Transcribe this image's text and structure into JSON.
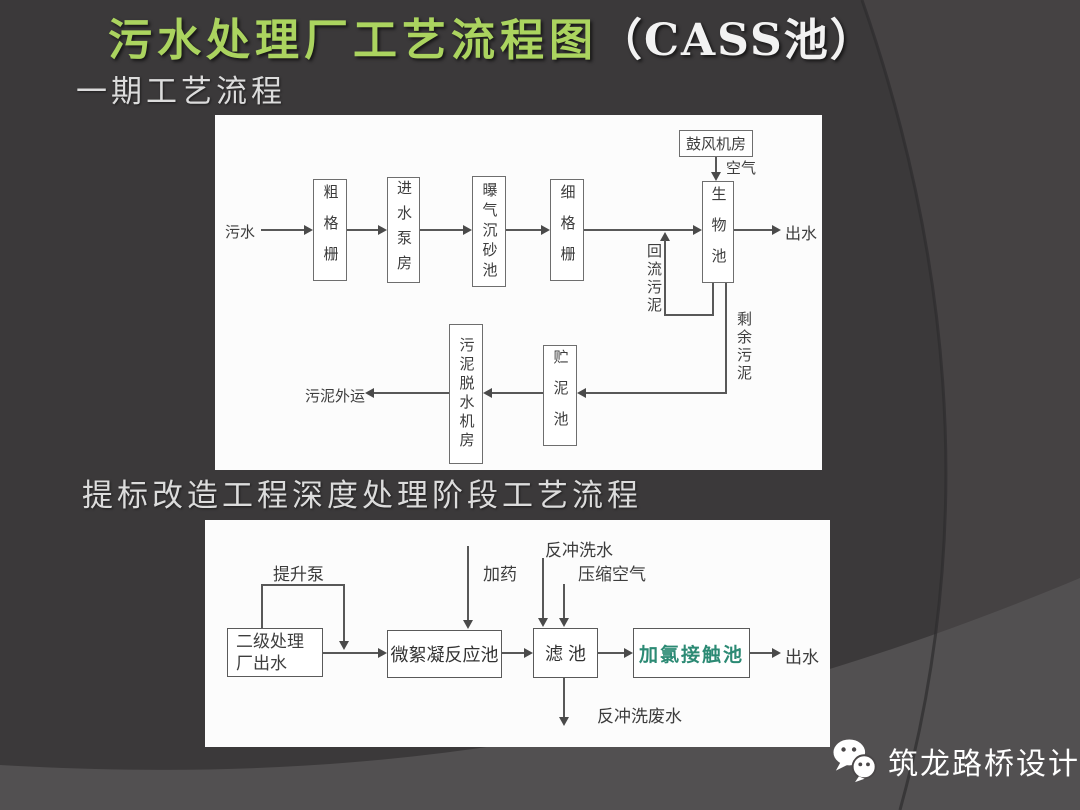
{
  "slide": {
    "title": {
      "main": "污水处理厂工艺流程图",
      "paren": "（CASS池）"
    },
    "sections": {
      "phase1_heading": "一期工艺流程",
      "upgrade_heading": "提标改造工程深度处理阶段工艺流程"
    },
    "footer": {
      "brand": "筑龙路桥设计"
    }
  },
  "diagram1": {
    "input": "污水",
    "coarse_screen": "粗格栅",
    "inlet_pump_house": "进水泵房",
    "aerated_grit_chamber": "曝气沉砂池",
    "fine_screen": "细格栅",
    "bio_pool": "生物池",
    "blower_room": "鼓风机房",
    "air": "空气",
    "output": "出水",
    "return_sludge": "回流污泥",
    "excess_sludge": "剩余污泥",
    "sludge_storage": "贮泥池",
    "dewatering_room": "污泥脱水机房",
    "sludge_transport": "污泥外运"
  },
  "diagram2": {
    "secondary_effluent_line1": "二级处理",
    "secondary_effluent_line2": "厂出水",
    "lift_pump": "提升泵",
    "dosing": "加药",
    "backwash_water": "反冲洗水",
    "compressed_air": "压缩空气",
    "microflocculation": "微絮凝反应池",
    "filter_pool": "滤 池",
    "chlorine_contact": "加氯接触池",
    "output": "出水",
    "backwash_waste": "反冲洗废水"
  },
  "colors": {
    "background": "#3b393a",
    "bottom_band": "#525051",
    "title_green": "#abd45f",
    "chlorine_text": "#2c8a74",
    "heading_text": "#dcdcdc"
  }
}
